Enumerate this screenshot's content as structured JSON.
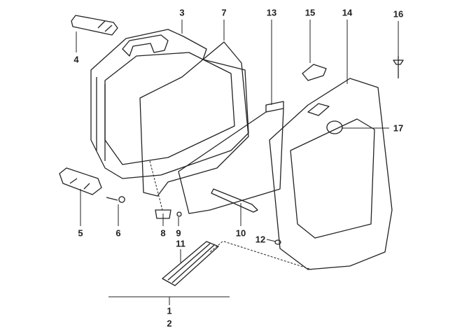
{
  "diagram": {
    "title": "Exploded view of side case assembly",
    "callouts": [
      {
        "id": "c3",
        "text": "3"
      },
      {
        "id": "c7",
        "text": "7"
      },
      {
        "id": "c13",
        "text": "13"
      },
      {
        "id": "c15",
        "text": "15"
      },
      {
        "id": "c14",
        "text": "14"
      },
      {
        "id": "c16",
        "text": "16"
      },
      {
        "id": "c4",
        "text": "4"
      },
      {
        "id": "c17",
        "text": "17"
      },
      {
        "id": "c5",
        "text": "5"
      },
      {
        "id": "c6",
        "text": "6"
      },
      {
        "id": "c8",
        "text": "8"
      },
      {
        "id": "c9",
        "text": "9"
      },
      {
        "id": "c10",
        "text": "10"
      },
      {
        "id": "c12",
        "text": "12"
      },
      {
        "id": "c11",
        "text": "11"
      },
      {
        "id": "c1",
        "text": "1"
      },
      {
        "id": "c2",
        "text": "2"
      }
    ],
    "colors": {
      "line": "#222222",
      "background": "#ffffff"
    }
  }
}
